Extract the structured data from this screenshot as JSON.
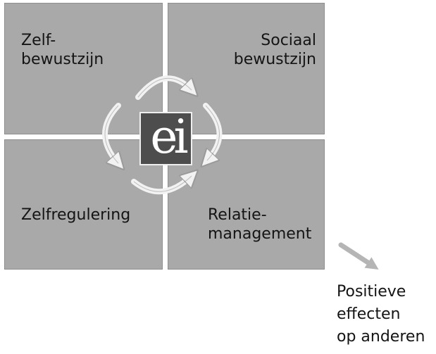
{
  "quadrants": {
    "top_left": "Zelf-\nbewustzijn",
    "top_right": "Sociaal\nbewustzijn",
    "bottom_left": "Zelfregulering",
    "bottom_right": "Relatie-\nmanagement"
  },
  "logo_text": "ei",
  "effect_label": "Positieve\neffecten\nop anderen",
  "colors": {
    "panel": "#a9a9a9",
    "logo_bg": "#4d4d4d",
    "arrow": "#f2f2f2",
    "outer_arrow": "#b5b5b5"
  }
}
